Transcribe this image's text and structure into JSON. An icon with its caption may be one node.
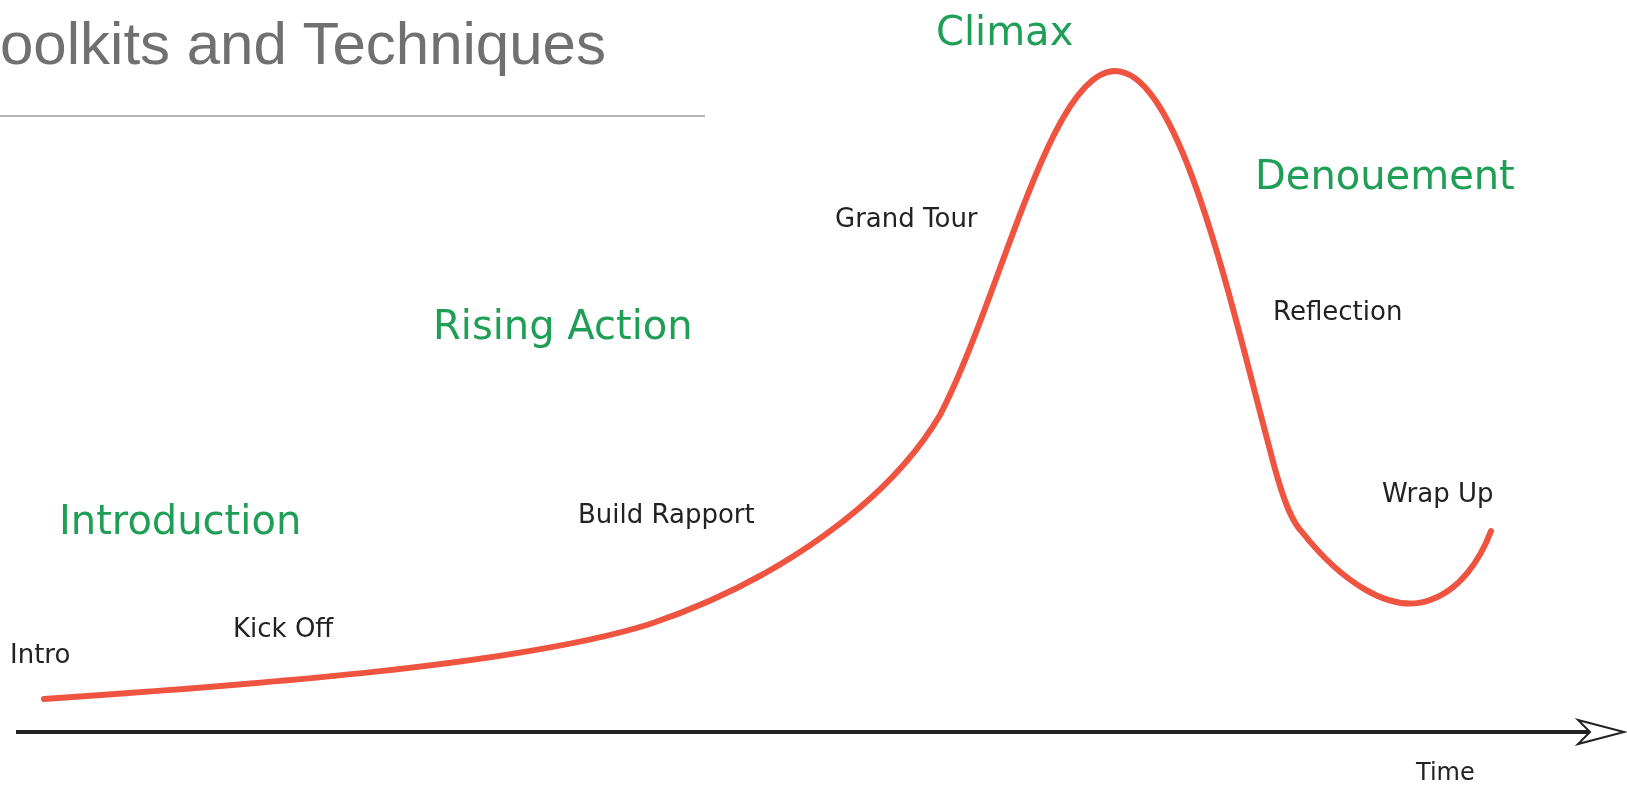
{
  "diagram": {
    "title": "oolkits and Techniques",
    "labels": [
      "Climax",
      "Denouement",
      "Grand Tour",
      "Rising Action",
      "Reflection",
      "Introduction",
      "Build Rapport",
      "Wrap Up",
      "Kick Off",
      "Intro",
      "Time"
    ]
  }
}
